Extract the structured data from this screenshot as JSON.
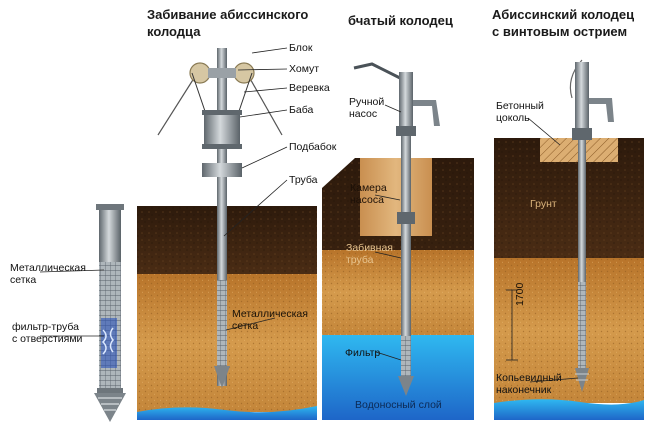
{
  "titles": {
    "left": [
      "Забивание абиссинского",
      "колодца"
    ],
    "middle": "бчатый колодец",
    "right": [
      "Абиссинский колодец",
      "с винтовым острием"
    ]
  },
  "labels": {
    "blok": "Блок",
    "khomut": "Хомут",
    "verevka": "Веревка",
    "baba": "Баба",
    "podbabok": "Подбабок",
    "truba": "Труба",
    "metal_setka_left": [
      "Металлическая",
      "сетка"
    ],
    "filter_truba": [
      "фильтр-труба",
      "с отверстиями"
    ],
    "metal_setka_mid": [
      "Металлическая",
      "сетка"
    ],
    "ruchnoy_nasos": [
      "Ручной",
      "насос"
    ],
    "kamera_nasosa": [
      "Камера",
      "насоса"
    ],
    "zabivnaya_truba": [
      "Забивная",
      "труба"
    ],
    "filtr": "Фильтр",
    "vodonosny_sloy": "Водоносный слой",
    "betonny_tsokol": [
      "Бетонный",
      "цоколь"
    ],
    "grunt": "Грунт",
    "dim_1700": "1700",
    "kopevidny": [
      "Копьевидный",
      "наконечник"
    ]
  },
  "colors": {
    "topsoil": "#3b2212",
    "sand": "#c98a3c",
    "water": "#3fa0e0",
    "pipe": "#8e969c",
    "concrete": "#d9a866",
    "chamber": "#d7a469"
  }
}
